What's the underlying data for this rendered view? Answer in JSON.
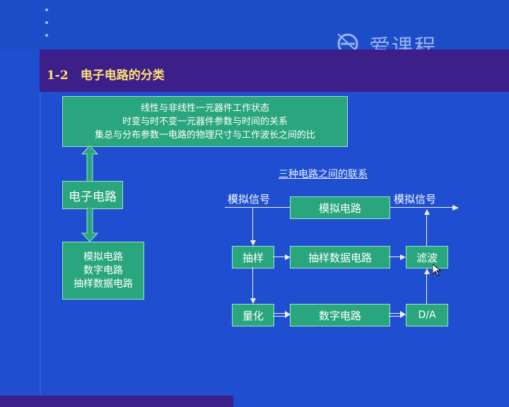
{
  "logo": {
    "text": "爱课程"
  },
  "title": "1-2　电子电路的分类",
  "classification": {
    "lines": [
      "线性与非线性一元器件工作状态",
      "时变与时不变一元器件参数与时间的关系",
      "集总与分布参数一电路的物理尺寸与工作波长之间的比"
    ]
  },
  "electronic_circuit": "电子电路",
  "types": [
    "模拟电路",
    "数字电路",
    "抽样数据电路"
  ],
  "relation": {
    "heading": "三种电路之间的联系",
    "input_label": "模拟信号",
    "output_label": "模拟信号",
    "analog_circuit": "模拟电路",
    "sampling": "抽样",
    "sampled_data_circuit": "抽样数据电路",
    "filter": "滤波",
    "quantize": "量化",
    "digital_circuit": "数字电路",
    "da": "D/A"
  }
}
